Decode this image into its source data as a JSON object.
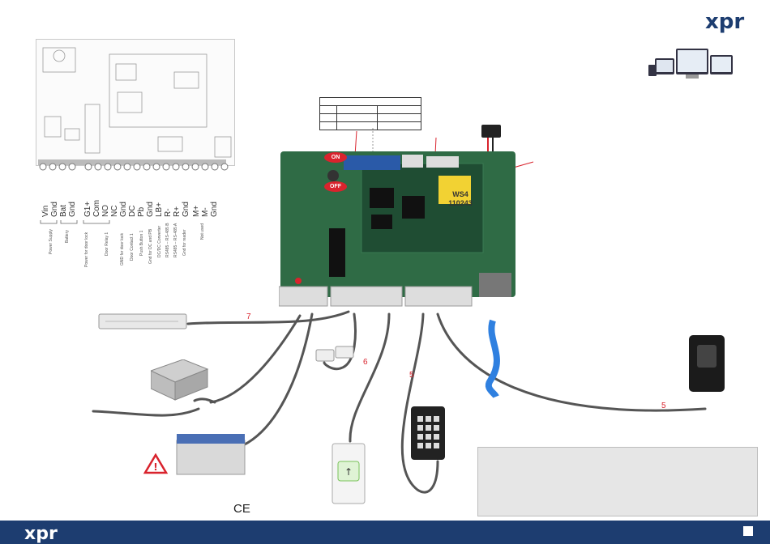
{
  "logo_text": "xpr",
  "ce_mark": "CE",
  "dip": {
    "on": "ON",
    "off": "OFF"
  },
  "board": {
    "sticker_line1": "WS4",
    "sticker_line2": "110243"
  },
  "callouts": [
    "7",
    "6",
    "5",
    "5"
  ],
  "terminals": [
    "Vin",
    "Gnd",
    "Bat",
    "Gnd",
    "G1+",
    "Com",
    "NO",
    "NC",
    "Gnd",
    "DC",
    "Pb",
    "Gnd",
    "LB+",
    "R-",
    "R+",
    "Gnd",
    "M+",
    "M-",
    "Gnd"
  ],
  "terminal_descriptions": [
    "Power Supply",
    "Battery",
    "Power for door lock",
    "Door Relay 1",
    "GND for door lock",
    "Door Contact 1",
    "Push Button 1",
    "Gnd for DC and PB",
    "DC/DC Converter",
    "RS485 – RS-485 B",
    "RS485 – RS-485 A",
    "Gnd for reader",
    "Not used"
  ],
  "colors": {
    "brand": "#1d3d70",
    "board": "#2f6b45",
    "wire": "#555555",
    "accent_red": "#d9232d",
    "note_bg": "#e6e6e6"
  },
  "icons": [
    "warning-icon",
    "ce-icon",
    "monitor-icon"
  ]
}
